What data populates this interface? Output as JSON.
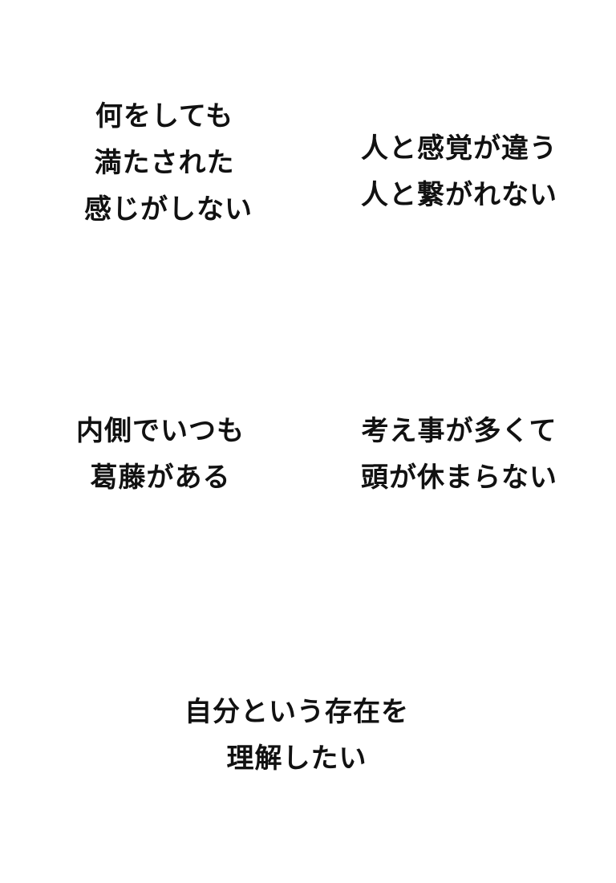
{
  "blocks": [
    {
      "lines": [
        "何をしても",
        "満たされた",
        "感じがしない"
      ]
    },
    {
      "lines": [
        "人と感覚が違う",
        "人と繋がれない"
      ]
    },
    {
      "lines": [
        "内側でいつも",
        "葛藤がある"
      ]
    },
    {
      "lines": [
        "考え事が多くて",
        "頭が休まらない"
      ]
    },
    {
      "lines": [
        "自分という存在を",
        "理解したい"
      ]
    }
  ]
}
